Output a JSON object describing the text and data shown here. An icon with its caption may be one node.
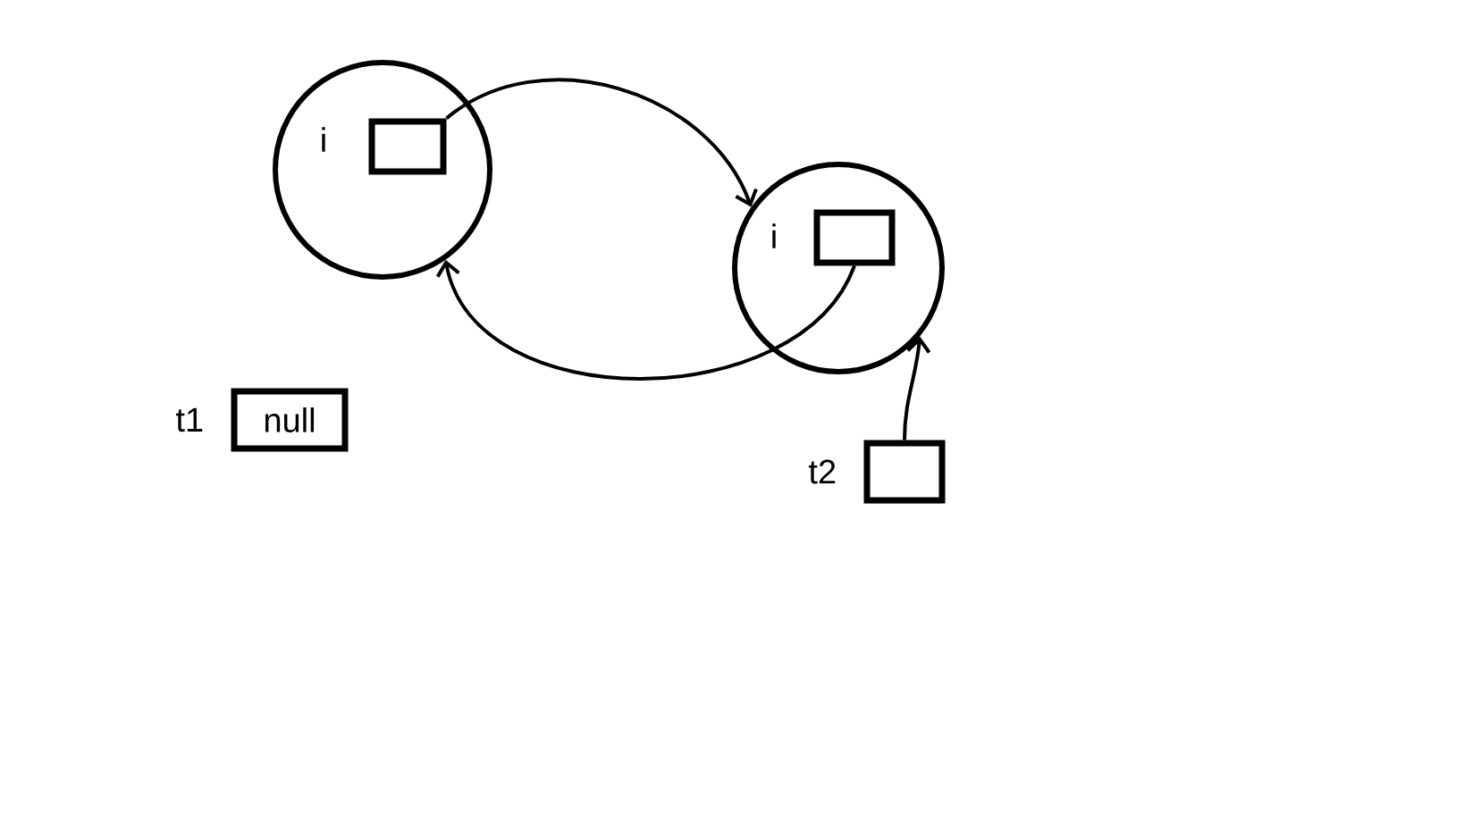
{
  "diagram": {
    "nodes": [
      {
        "text": [
          "i"
        ]
      },
      {
        "text": [],
        "shape": "box",
        "in": 0
      },
      {
        "text": [
          "i"
        ]
      },
      {
        "text": [],
        "shape": "box",
        "in": 2
      },
      {
        "text": [
          "null"
        ],
        "beside": [
          "t1"
        ]
      },
      {
        "text": [],
        "shape": "box",
        "beside": [
          "t2"
        ]
      }
    ],
    "edges": [
      {
        "from": 1,
        "to": 2,
        "arrow": "to"
      },
      {
        "from": 3,
        "to": 0,
        "arrow": "to"
      },
      {
        "from": 5,
        "to": 2,
        "arrow": "to"
      }
    ]
  }
}
